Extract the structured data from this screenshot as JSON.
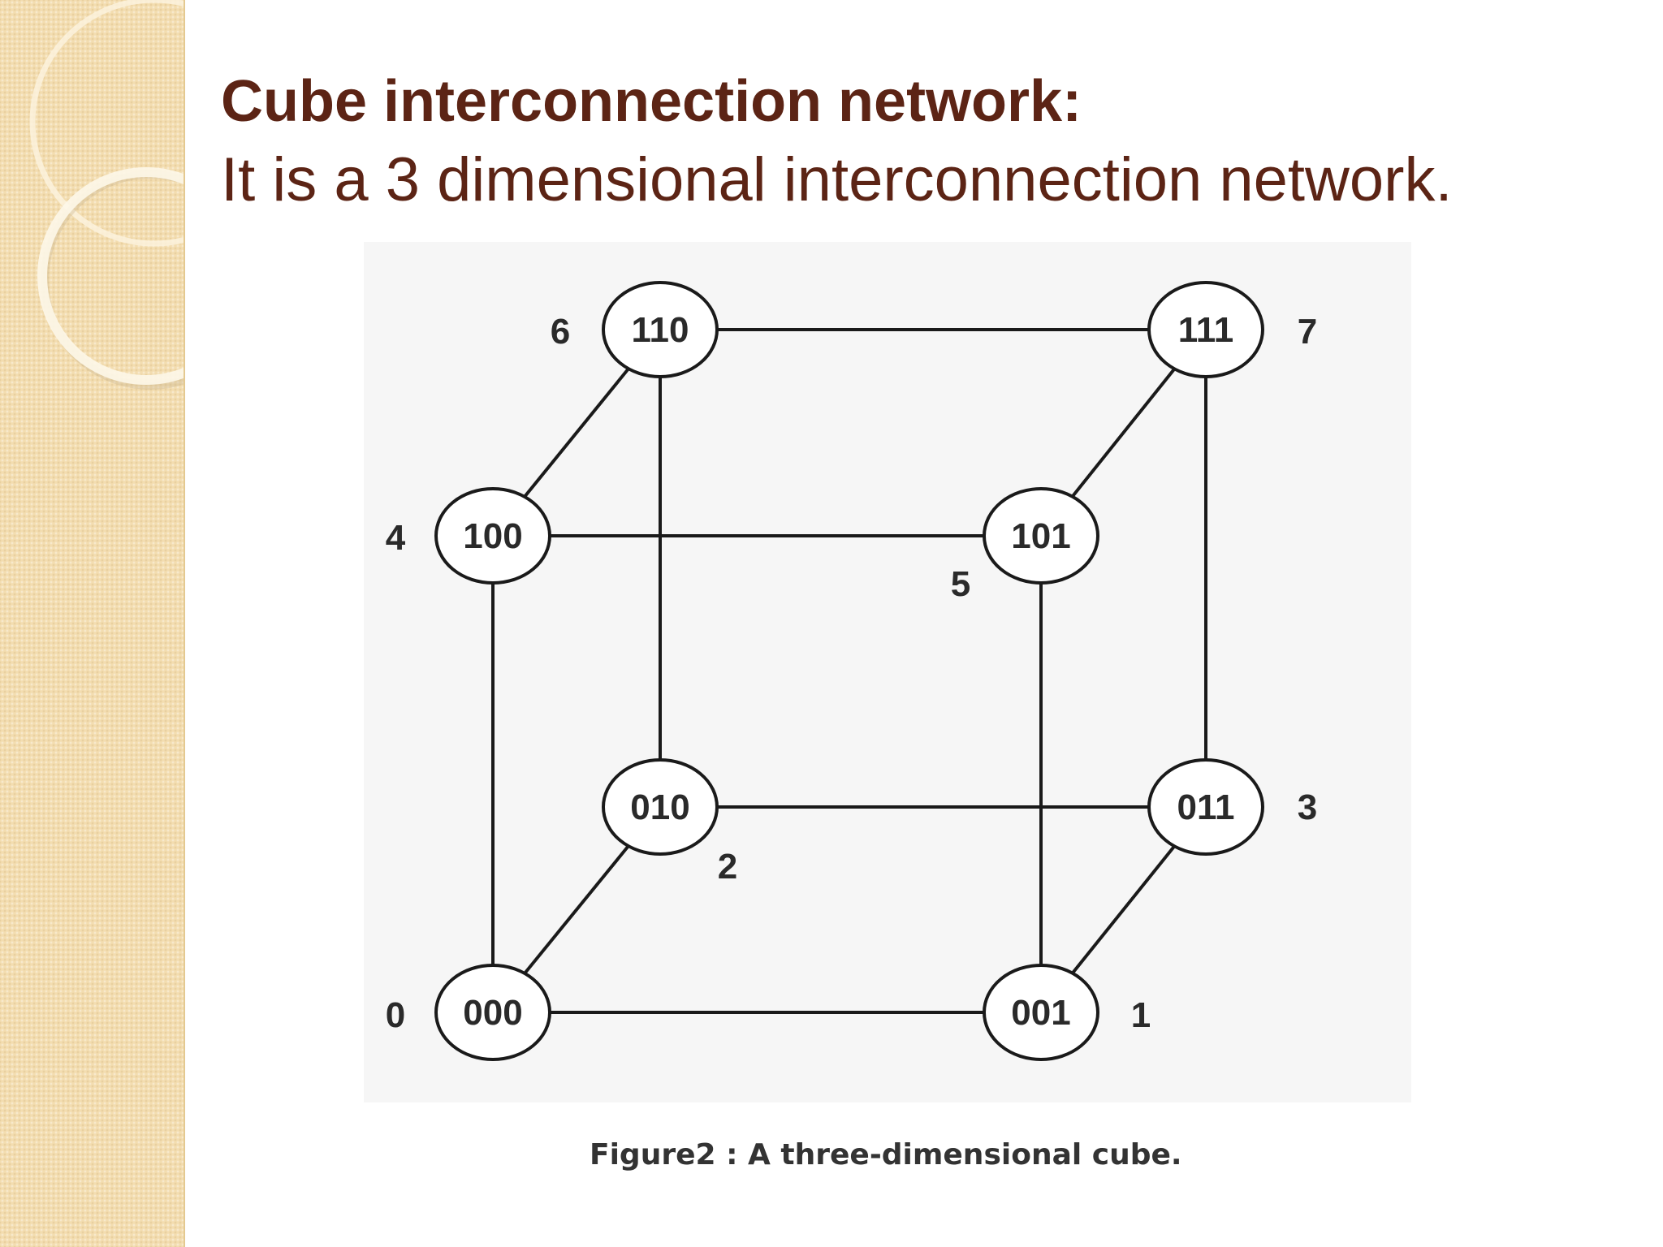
{
  "slide": {
    "title": "Cube interconnection network:",
    "subtitle": "It is a 3 dimensional interconnection network."
  },
  "figure": {
    "caption": "Figure2 : A three-dimensional cube.",
    "nodes": [
      {
        "id": "000",
        "label": "000",
        "index": "0"
      },
      {
        "id": "001",
        "label": "001",
        "index": "1"
      },
      {
        "id": "010",
        "label": "010",
        "index": "2"
      },
      {
        "id": "011",
        "label": "011",
        "index": "3"
      },
      {
        "id": "100",
        "label": "100",
        "index": "4"
      },
      {
        "id": "101",
        "label": "101",
        "index": "5"
      },
      {
        "id": "110",
        "label": "110",
        "index": "6"
      },
      {
        "id": "111",
        "label": "111",
        "index": "7"
      }
    ],
    "edges": [
      [
        "000",
        "001"
      ],
      [
        "000",
        "010"
      ],
      [
        "000",
        "100"
      ],
      [
        "001",
        "011"
      ],
      [
        "001",
        "101"
      ],
      [
        "010",
        "011"
      ],
      [
        "010",
        "110"
      ],
      [
        "011",
        "111"
      ],
      [
        "100",
        "101"
      ],
      [
        "100",
        "110"
      ],
      [
        "101",
        "111"
      ],
      [
        "110",
        "111"
      ]
    ]
  },
  "colors": {
    "title": "#5c2415",
    "side_band": "#f3ddb0",
    "line": "#1a1a1a"
  }
}
